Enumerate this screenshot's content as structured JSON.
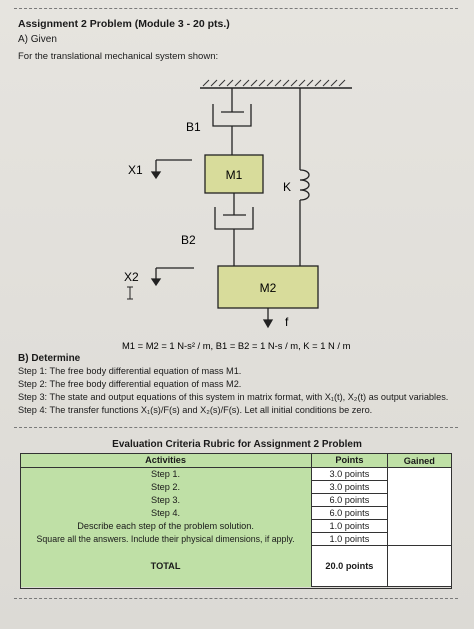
{
  "header": {
    "title": "Assignment 2 Problem (Module 3 - 20 pts.)",
    "given": "A) Given",
    "intro": "For the translational mechanical system shown:"
  },
  "diagram": {
    "b1": "B1",
    "b2": "B2",
    "m1": "M1",
    "m2": "M2",
    "k": "K",
    "x1": "X1",
    "x2": "X2",
    "f": "f",
    "params": "M1 = M2 = 1 N-s² / m, B1 = B2 = 1 N-s / m, K = 1 N / m"
  },
  "determine": {
    "heading": "B) Determine",
    "steps": [
      "Step 1: The free body differential equation of mass M1.",
      "Step 2: The free body differential equation of mass M2.",
      "Step 3: The state and output equations of this system in matrix format, with X₁(t), X₂(t) as output variables.",
      "Step 4: The transfer functions X₁(s)/F(s) and X₂(s)/F(s). Let all initial conditions be zero."
    ]
  },
  "rubric": {
    "title": "Evaluation Criteria Rubric for Assignment 2 Problem",
    "headers": {
      "activities": "Activities",
      "points": "Points",
      "gained": "Gained"
    },
    "rows": [
      {
        "activity": "Step 1.",
        "points": "3.0 points"
      },
      {
        "activity": "Step 2.",
        "points": "3.0 points"
      },
      {
        "activity": "Step 3.",
        "points": "6.0 points"
      },
      {
        "activity": "Step 4.",
        "points": "6.0 points"
      },
      {
        "activity": "Describe each step of the problem solution.",
        "points": "1.0 points"
      },
      {
        "activity": "Square all the answers. Include their physical dimensions, if apply.",
        "points": "1.0 points"
      }
    ],
    "total_label": "TOTAL",
    "total_points": "20.0 points"
  }
}
